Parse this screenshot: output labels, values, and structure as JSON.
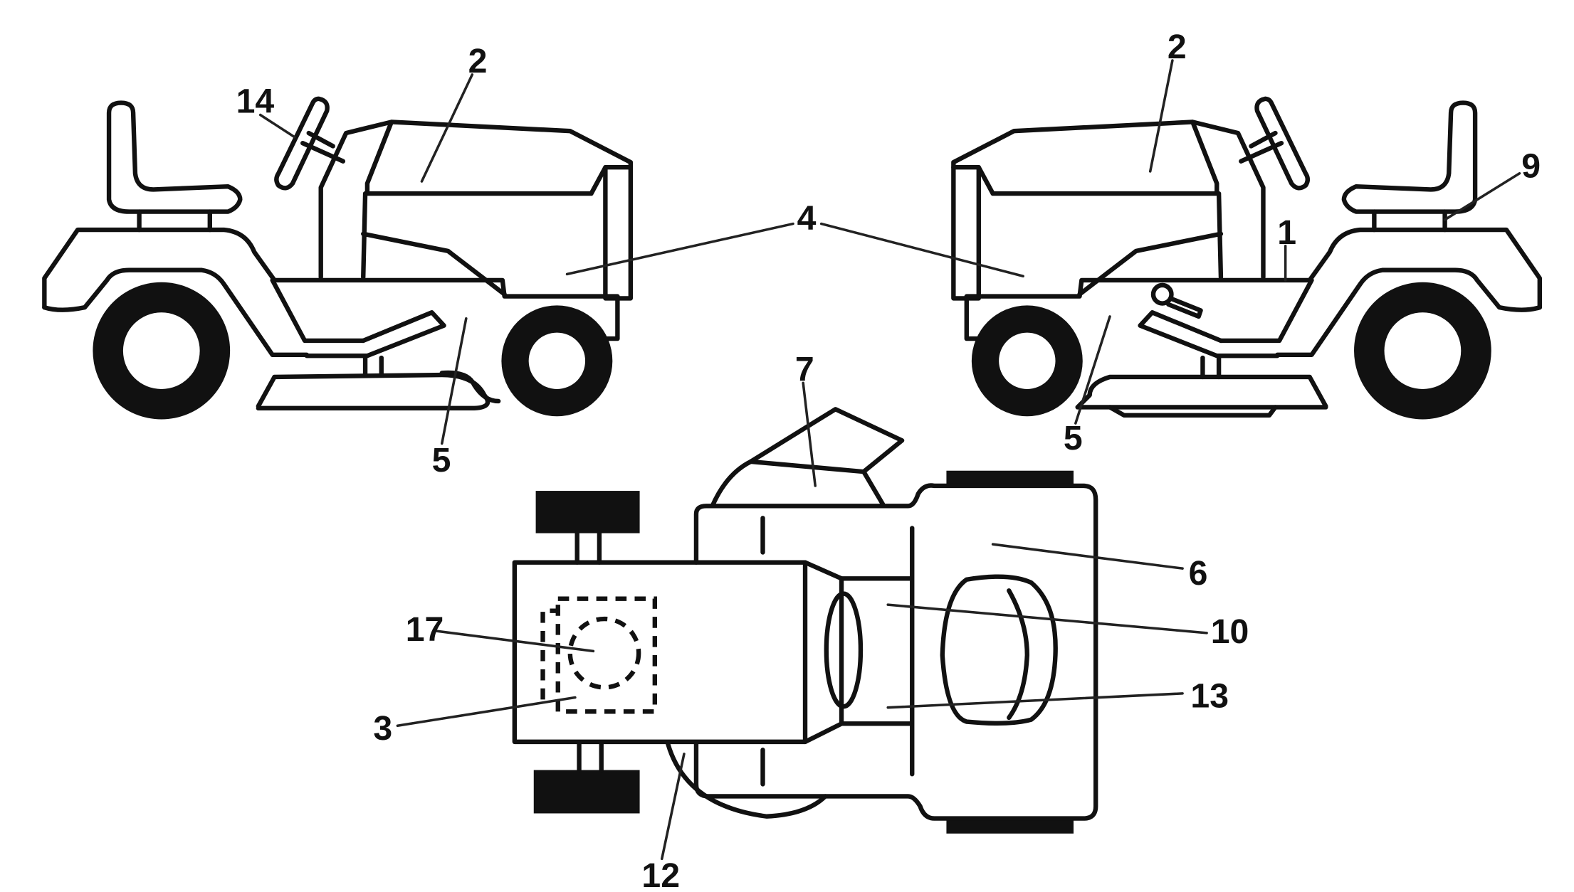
{
  "callouts": {
    "l1": "1",
    "l2_left": "2",
    "l2_right": "2",
    "l3": "3",
    "l4": "4",
    "l5_left": "5",
    "l5_right": "5",
    "l6": "6",
    "l7": "7",
    "l9": "9",
    "l10": "10",
    "l12": "12",
    "l13": "13",
    "l14": "14",
    "l17": "17"
  }
}
